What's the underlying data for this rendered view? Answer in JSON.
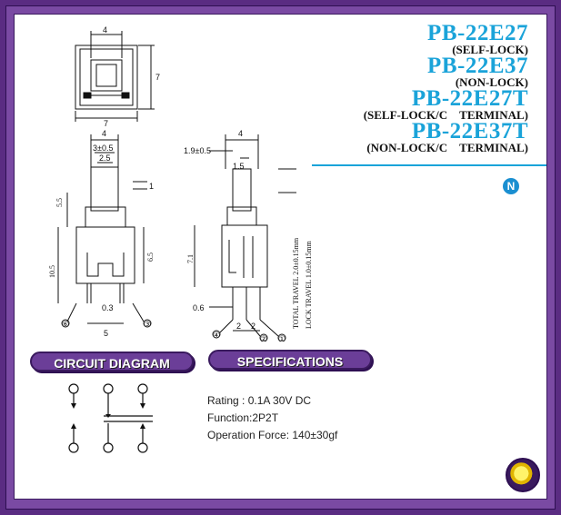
{
  "title_block": {
    "lines": [
      {
        "model": "PB-22E27",
        "variant": "(SELF-LOCK)"
      },
      {
        "model": "PB-22E37",
        "variant": "(NON-LOCK)"
      },
      {
        "model": "PB-22E27T",
        "variant": "(SELF-LOCK/C TERMINAL)"
      },
      {
        "model": "PB-22E37T",
        "variant": "(NON-LOCK/C TERMINAL)"
      }
    ],
    "badge": "N"
  },
  "top_view": {
    "width_top": "4",
    "width_bottom": "7",
    "height_right": "7"
  },
  "front_view": {
    "dims": {
      "top": "4",
      "inner1": "3±0.5",
      "inner2": "2.5",
      "right_small": "1",
      "left_upper": "5.5",
      "left_lower": "10.5",
      "right_mid": "6.5",
      "pin_gap": "0.3",
      "pin_pitch": "5"
    },
    "pins": [
      "⑥",
      "③"
    ]
  },
  "side_view": {
    "dims": {
      "top_left": "1.9±0.5",
      "top": "4",
      "inner": "1.5",
      "left": "7.1",
      "pin_offset": "0.6",
      "pitch_a": "2",
      "pitch_b": "2"
    },
    "pins": [
      "④",
      "②",
      "①"
    ],
    "travel": {
      "total": "TOTAL TRAVEL 2.0±0.15mm",
      "lock": "LOCK TRAVEL 1.0±0.15mm"
    }
  },
  "sections": {
    "circuit": "CIRCUIT DIAGRAM",
    "specifications": "SPECIFICATIONS"
  },
  "specifications": [
    "Rating : 0.1A 30V DC",
    "Function:2P2T",
    "Operation Force: 140±30gf"
  ],
  "colors": {
    "accent": "#1aa3d9",
    "frame": "#5a2c82",
    "tab": "#6b3e98"
  }
}
